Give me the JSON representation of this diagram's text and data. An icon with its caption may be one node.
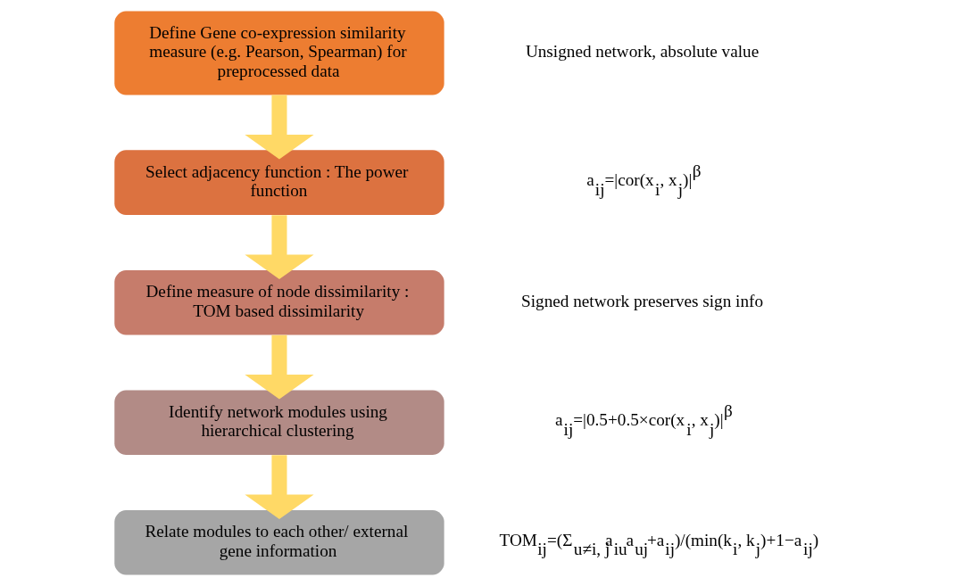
{
  "diagram": {
    "nodes": [
      {
        "text": [
          "Define Gene co-expression similarity measure (e.g. Pearson, Spearman) for preprocessed data"
        ]
      },
      {
        "text": [
          "Select adjacency function : The power function"
        ]
      },
      {
        "text": [
          "Define measure of node dissimilarity : TOM based dissimilarity"
        ]
      },
      {
        "text": [
          "Identify network modules using hierarchical clustering"
        ]
      },
      {
        "text": [
          "Relate modules to each other/ external gene information"
        ]
      }
    ],
    "edges": [
      {
        "from": 0,
        "to": 1,
        "arrow": "to"
      },
      {
        "from": 1,
        "to": 2,
        "arrow": "to"
      },
      {
        "from": 2,
        "to": 3,
        "arrow": "to"
      },
      {
        "from": 3,
        "to": 4,
        "arrow": "to"
      }
    ],
    "labels": [
      "Unsigned network, absolute value",
      "a$_{ij}$=|cor(x$_{i}$, x$_{j}$)|$^{β}$",
      "Signed network preserves sign info",
      "a$_{ij}$=|0.5+0.5×cor(x$_{i}$, x$_{j}$)|$^{β}$",
      "TOM$_{ij}$=(Σ$_{u≠i, j}$a$_{iu}$a$_{uj}$+a$_{ij}$)/(min(k$_{i}$, k$_{j}$)+1−a$_{ij}$)"
    ]
  }
}
